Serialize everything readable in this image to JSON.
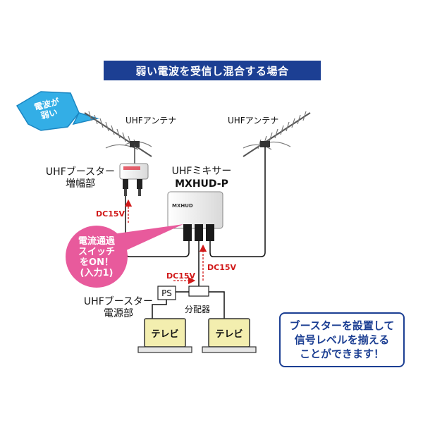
{
  "title": "弱い電波を受信し混合する場合",
  "weak_signal": {
    "line1": "電波が",
    "line2": "弱い"
  },
  "antennas": {
    "left_label": "UHFアンテナ",
    "right_label": "UHFアンテナ"
  },
  "booster_amp": {
    "line1": "UHFブースター",
    "line2": "増幅部"
  },
  "mixer": {
    "name": "UHFミキサー",
    "model": "MXHUD-P",
    "device_label": "MXHUD"
  },
  "dc_labels": {
    "booster_dc": "DC15V",
    "ps_dc": "DC15V",
    "mixer_dc": "DC15V"
  },
  "switch_note": {
    "line1": "電流通過",
    "line2": "スイッチ",
    "line3": "をON！",
    "line4": "(入力1)"
  },
  "power_unit": {
    "box": "PS",
    "line1": "UHFブースター",
    "line2": "電源部"
  },
  "splitter": {
    "label": "分配器"
  },
  "tvs": [
    "テレビ",
    "テレビ"
  ],
  "info_box": {
    "line1": "ブースターを設置して",
    "line2": "信号レベルを揃える",
    "line3": "ことができます！"
  },
  "colors": {
    "banner": "#1c3f93",
    "arrow_red": "#d11a1a",
    "bubble_pink": "#e85a9c",
    "weak_cyan": "#33aee6",
    "tv_screen": "#f3eeaf"
  }
}
